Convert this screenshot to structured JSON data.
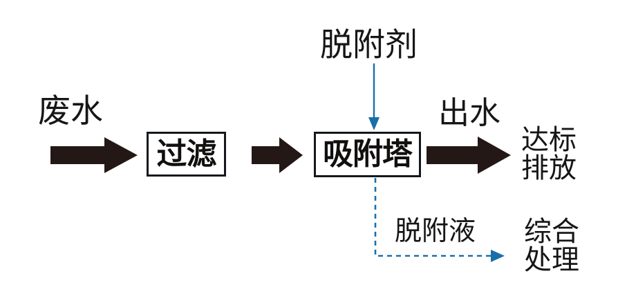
{
  "diagram": {
    "title": "waste water adsorption treatment flow diagram",
    "colors": {
      "ink": "#161616",
      "box_border": "#14181c",
      "arrow_black": "#231815",
      "accent_blue": "#1a6fa8",
      "background": "#ffffff"
    },
    "labels": {
      "influent": "废水",
      "desorbent": "脱附剂",
      "effluent": "出水",
      "discharge": "达标\n排放",
      "desorption_liquid": "脱附液",
      "comprehensive_treatment": "综合\n处理"
    },
    "nodes": [
      {
        "id": "filter",
        "label": "过滤"
      },
      {
        "id": "adsorption-tower",
        "label": "吸附塔"
      }
    ],
    "flows": [
      {
        "id": "influent-to-filter",
        "style": "solid-black-block-arrow",
        "direction": "right"
      },
      {
        "id": "filter-to-tower",
        "style": "solid-black-block-arrow",
        "direction": "right"
      },
      {
        "id": "tower-to-discharge",
        "style": "solid-black-block-arrow",
        "direction": "right"
      },
      {
        "id": "desorbent-into-tower",
        "style": "thin-blue-arrow",
        "direction": "down"
      },
      {
        "id": "tower-to-comprehensive",
        "style": "dashed-blue-arrow",
        "direction": "down-then-right"
      }
    ]
  }
}
